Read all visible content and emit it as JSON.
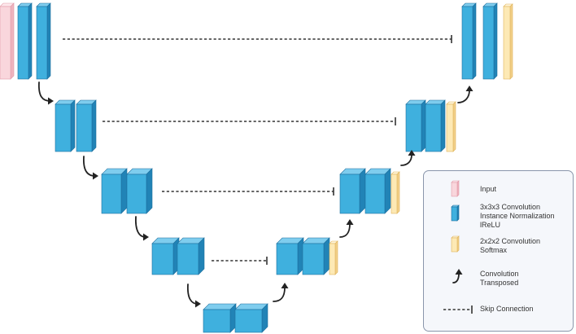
{
  "colors": {
    "input_fill": "#f9d6dc",
    "input_side": "#efb4be",
    "input_top": "#fde8ec",
    "conv_fill": "#3fb0de",
    "conv_side": "#2183b6",
    "conv_top": "#7fcdee",
    "softmax_fill": "#fde9b5",
    "softmax_side": "#f2d08a",
    "softmax_top": "#fff4d8",
    "stroke_blue": "#1d6f9e",
    "stroke_yellow": "#e0b45a",
    "stroke_pink": "#e29aa8",
    "arrow": "#222222",
    "legend_bg": "#f5f7fb",
    "legend_border": "#8a96ab"
  },
  "legend": {
    "items": [
      {
        "icon": "input-block-icon",
        "label": "Input"
      },
      {
        "icon": "convolution-block-icon",
        "label": "3x3x3 Convolution\nInstance Normalization\nlReLU"
      },
      {
        "icon": "softmax-block-icon",
        "label": "2x2x2 Convolution\nSoftmax"
      },
      {
        "icon": "curved-arrow-icon",
        "label": "Convolution\nTransposed"
      },
      {
        "icon": "skip-connection-icon",
        "label": "Skip Connection"
      }
    ]
  }
}
